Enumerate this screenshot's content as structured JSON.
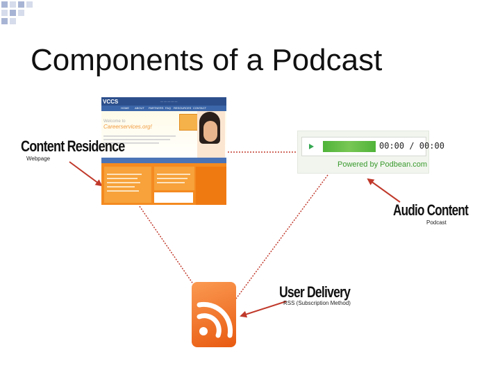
{
  "slide": {
    "title": "Components of a Podcast"
  },
  "labels": {
    "content_residence": "Content Residence",
    "webpage": "Webpage",
    "audio_content": "Audio Content",
    "podcast": "Podcast",
    "user_delivery": "User Delivery",
    "rss": "RSS (Subscription Method)"
  },
  "webpage_screenshot": {
    "logo": "VCCS",
    "nav_items": [
      "HOME",
      "ABOUT",
      "PARTNERS",
      "FAQ",
      "RESOURCES",
      "CONTACT"
    ],
    "welcome_text": "Welcome to",
    "site_name": "Careerservices.org!"
  },
  "audio_player": {
    "time_display": "00:00 / 00:00",
    "powered_by": "Powered by Podbean.com"
  },
  "colors": {
    "connector_dotted": "#c0392b",
    "arrow": "#c0392b",
    "rss_orange": "#e8641b",
    "player_green": "#4fb33a"
  }
}
